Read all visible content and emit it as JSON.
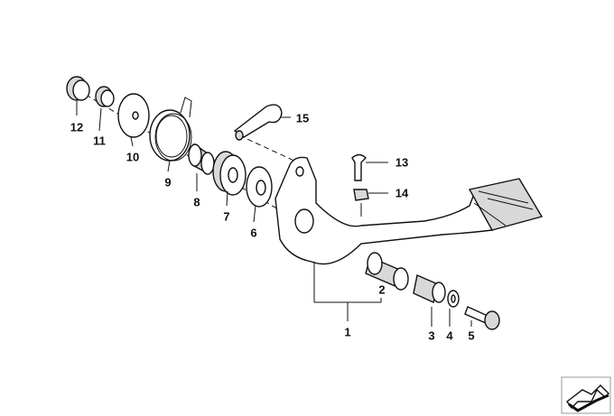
{
  "diagram": {
    "title": "Brake pedal assembly",
    "parts": [
      {
        "num": "1"
      },
      {
        "num": "2"
      },
      {
        "num": "3"
      },
      {
        "num": "4"
      },
      {
        "num": "5"
      },
      {
        "num": "6"
      },
      {
        "num": "7"
      },
      {
        "num": "8"
      },
      {
        "num": "9"
      },
      {
        "num": "10"
      },
      {
        "num": "11"
      },
      {
        "num": "12"
      },
      {
        "num": "13"
      },
      {
        "num": "14"
      },
      {
        "num": "15"
      }
    ]
  },
  "nav": {
    "icon": "arrow-next-icon"
  }
}
